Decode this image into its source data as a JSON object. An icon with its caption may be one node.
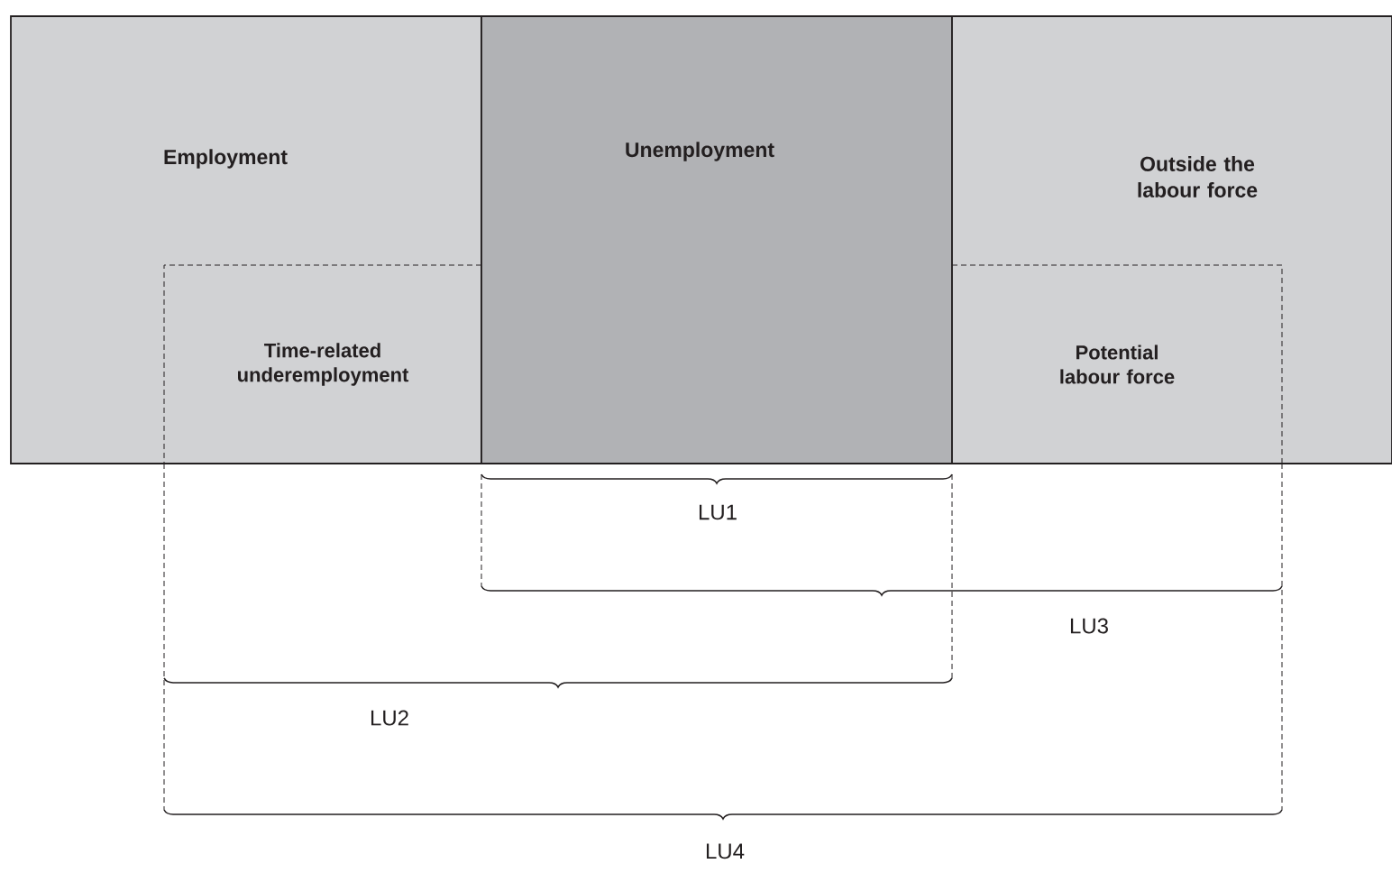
{
  "diagram": {
    "nodes": [
      {
        "text": [
          "Employment"
        ]
      },
      {
        "text": [
          "Unemployment"
        ]
      },
      {
        "text": [
          "Outside the labour force"
        ]
      },
      {
        "text": [
          "Time-related underemployment"
        ],
        "in": 0
      },
      {
        "text": [
          "Potential labour force"
        ],
        "in": 2
      }
    ],
    "labels": [
      "LU1",
      "LU3",
      "LU2",
      "LU4"
    ]
  }
}
